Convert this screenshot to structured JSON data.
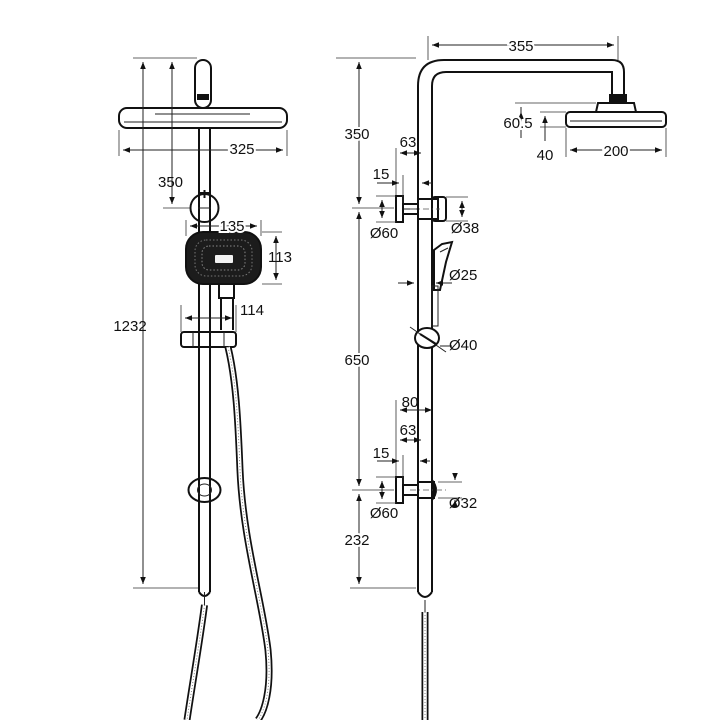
{
  "colors": {
    "line": "#111111",
    "background": "#ffffff",
    "handshower_face": "#1c1c1c"
  },
  "front_view": {
    "dims": {
      "head_width": "325",
      "head_to_bracket": "350",
      "hand_width": "135",
      "hand_height": "113",
      "holder_offset": "114",
      "total_height": "1232"
    }
  },
  "side_view": {
    "dims": {
      "arm_reach": "355",
      "arm_height": "350",
      "head_drop": "60.5",
      "head_thickness": "40",
      "head_diameter": "200",
      "top_bracket_offset": "63",
      "top_bracket_gap": "15",
      "top_wall_plate": "Ø60",
      "top_pipe_diameter": "Ø38",
      "hand_diameter": "Ø25",
      "diverter_diameter": "Ø40",
      "bracket_spacing": "650",
      "bottom_arm_offset": "80",
      "bottom_bracket_offset": "63",
      "bottom_bracket_gap": "15",
      "bottom_wall_plate": "Ø60",
      "bottom_pipe_diameter": "Ø32",
      "bottom_extension": "232"
    }
  }
}
